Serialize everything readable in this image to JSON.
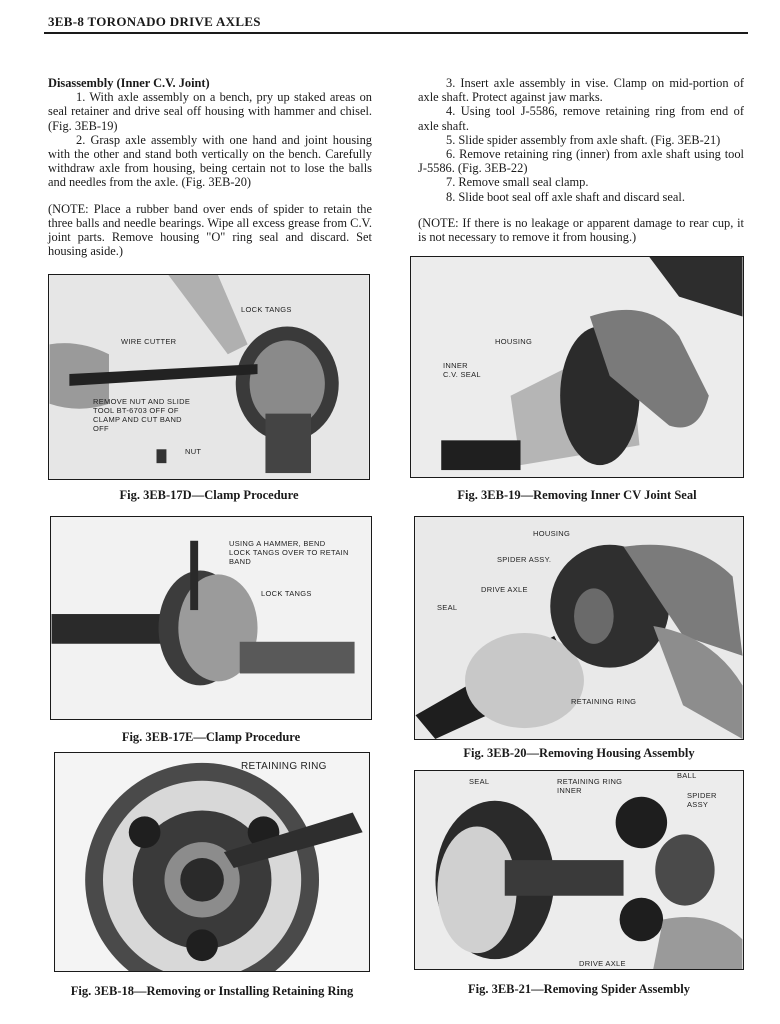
{
  "header": {
    "title": "3EB-8  TORONADO DRIVE AXLES"
  },
  "left_column": {
    "heading": "Disassembly (Inner C.V. Joint)",
    "steps": [
      "1. With axle assembly on a bench, pry up staked areas on seal retainer and drive seal off housing with hammer and chisel. (Fig. 3EB-19)",
      "2. Grasp axle assembly with one hand and joint housing with the other and stand both vertically on the bench. Carefully withdraw axle from housing, being certain not to lose the balls and needles from the axle. (Fig. 3EB-20)"
    ],
    "note": "(NOTE: Place a rubber band over ends of spider to retain the three balls and needle bearings. Wipe all excess grease from C.V. joint parts. Remove housing \"O\" ring seal and discard. Set housing aside.)"
  },
  "right_column": {
    "steps": [
      "3. Insert axle assembly in vise. Clamp on mid-portion of axle shaft. Protect against jaw marks.",
      "4. Using tool J-5586, remove retaining ring from end of axle shaft.",
      "5. Slide spider assembly from axle shaft. (Fig. 3EB-21)",
      "6. Remove retaining ring (inner) from axle shaft using tool J-5586. (Fig. 3EB-22)",
      "7. Remove small seal clamp.",
      "8. Slide boot seal off axle shaft and discard seal."
    ],
    "note": "(NOTE: If there is no leakage or apparent damage to rear cup, it is not necessary to remove it from housing.)"
  },
  "figures": {
    "fig17d": {
      "caption": "Fig. 3EB-17D—Clamp Procedure",
      "labels": {
        "lock_tangs": "LOCK TANGS",
        "wire_cutter": "WIRE CUTTER",
        "remove_nut": "REMOVE NUT AND SLIDE TOOL BT-6703 OFF OF CLAMP AND CUT BAND OFF",
        "nut": "NUT"
      }
    },
    "fig19": {
      "caption": "Fig. 3EB-19—Removing Inner CV Joint Seal",
      "labels": {
        "housing": "HOUSING",
        "inner_cv_seal": "INNER C.V. SEAL"
      }
    },
    "fig17e": {
      "caption": "Fig. 3EB-17E—Clamp Procedure",
      "labels": {
        "hammer": "USING A HAMMER, BEND LOCK TANGS OVER TO RETAIN BAND",
        "lock_tangs": "LOCK TANGS"
      }
    },
    "fig20": {
      "caption": "Fig. 3EB-20—Removing Housing Assembly",
      "labels": {
        "housing": "HOUSING",
        "spider_assy": "SPIDER ASSY.",
        "drive_axle": "DRIVE AXLE",
        "seal": "SEAL",
        "retaining_ring": "RETAINING RING"
      }
    },
    "fig18": {
      "caption": "Fig. 3EB-18—Removing or Installing Retaining Ring",
      "labels": {
        "retaining_ring": "RETAINING RING"
      }
    },
    "fig21": {
      "caption": "Fig. 3EB-21—Removing Spider Assembly",
      "labels": {
        "seal": "SEAL",
        "retaining_ring_inner": "RETAINING RING INNER",
        "ball": "BALL",
        "spider_assy": "SPIDER ASSY",
        "drive_axle": "DRIVE AXLE"
      }
    }
  }
}
